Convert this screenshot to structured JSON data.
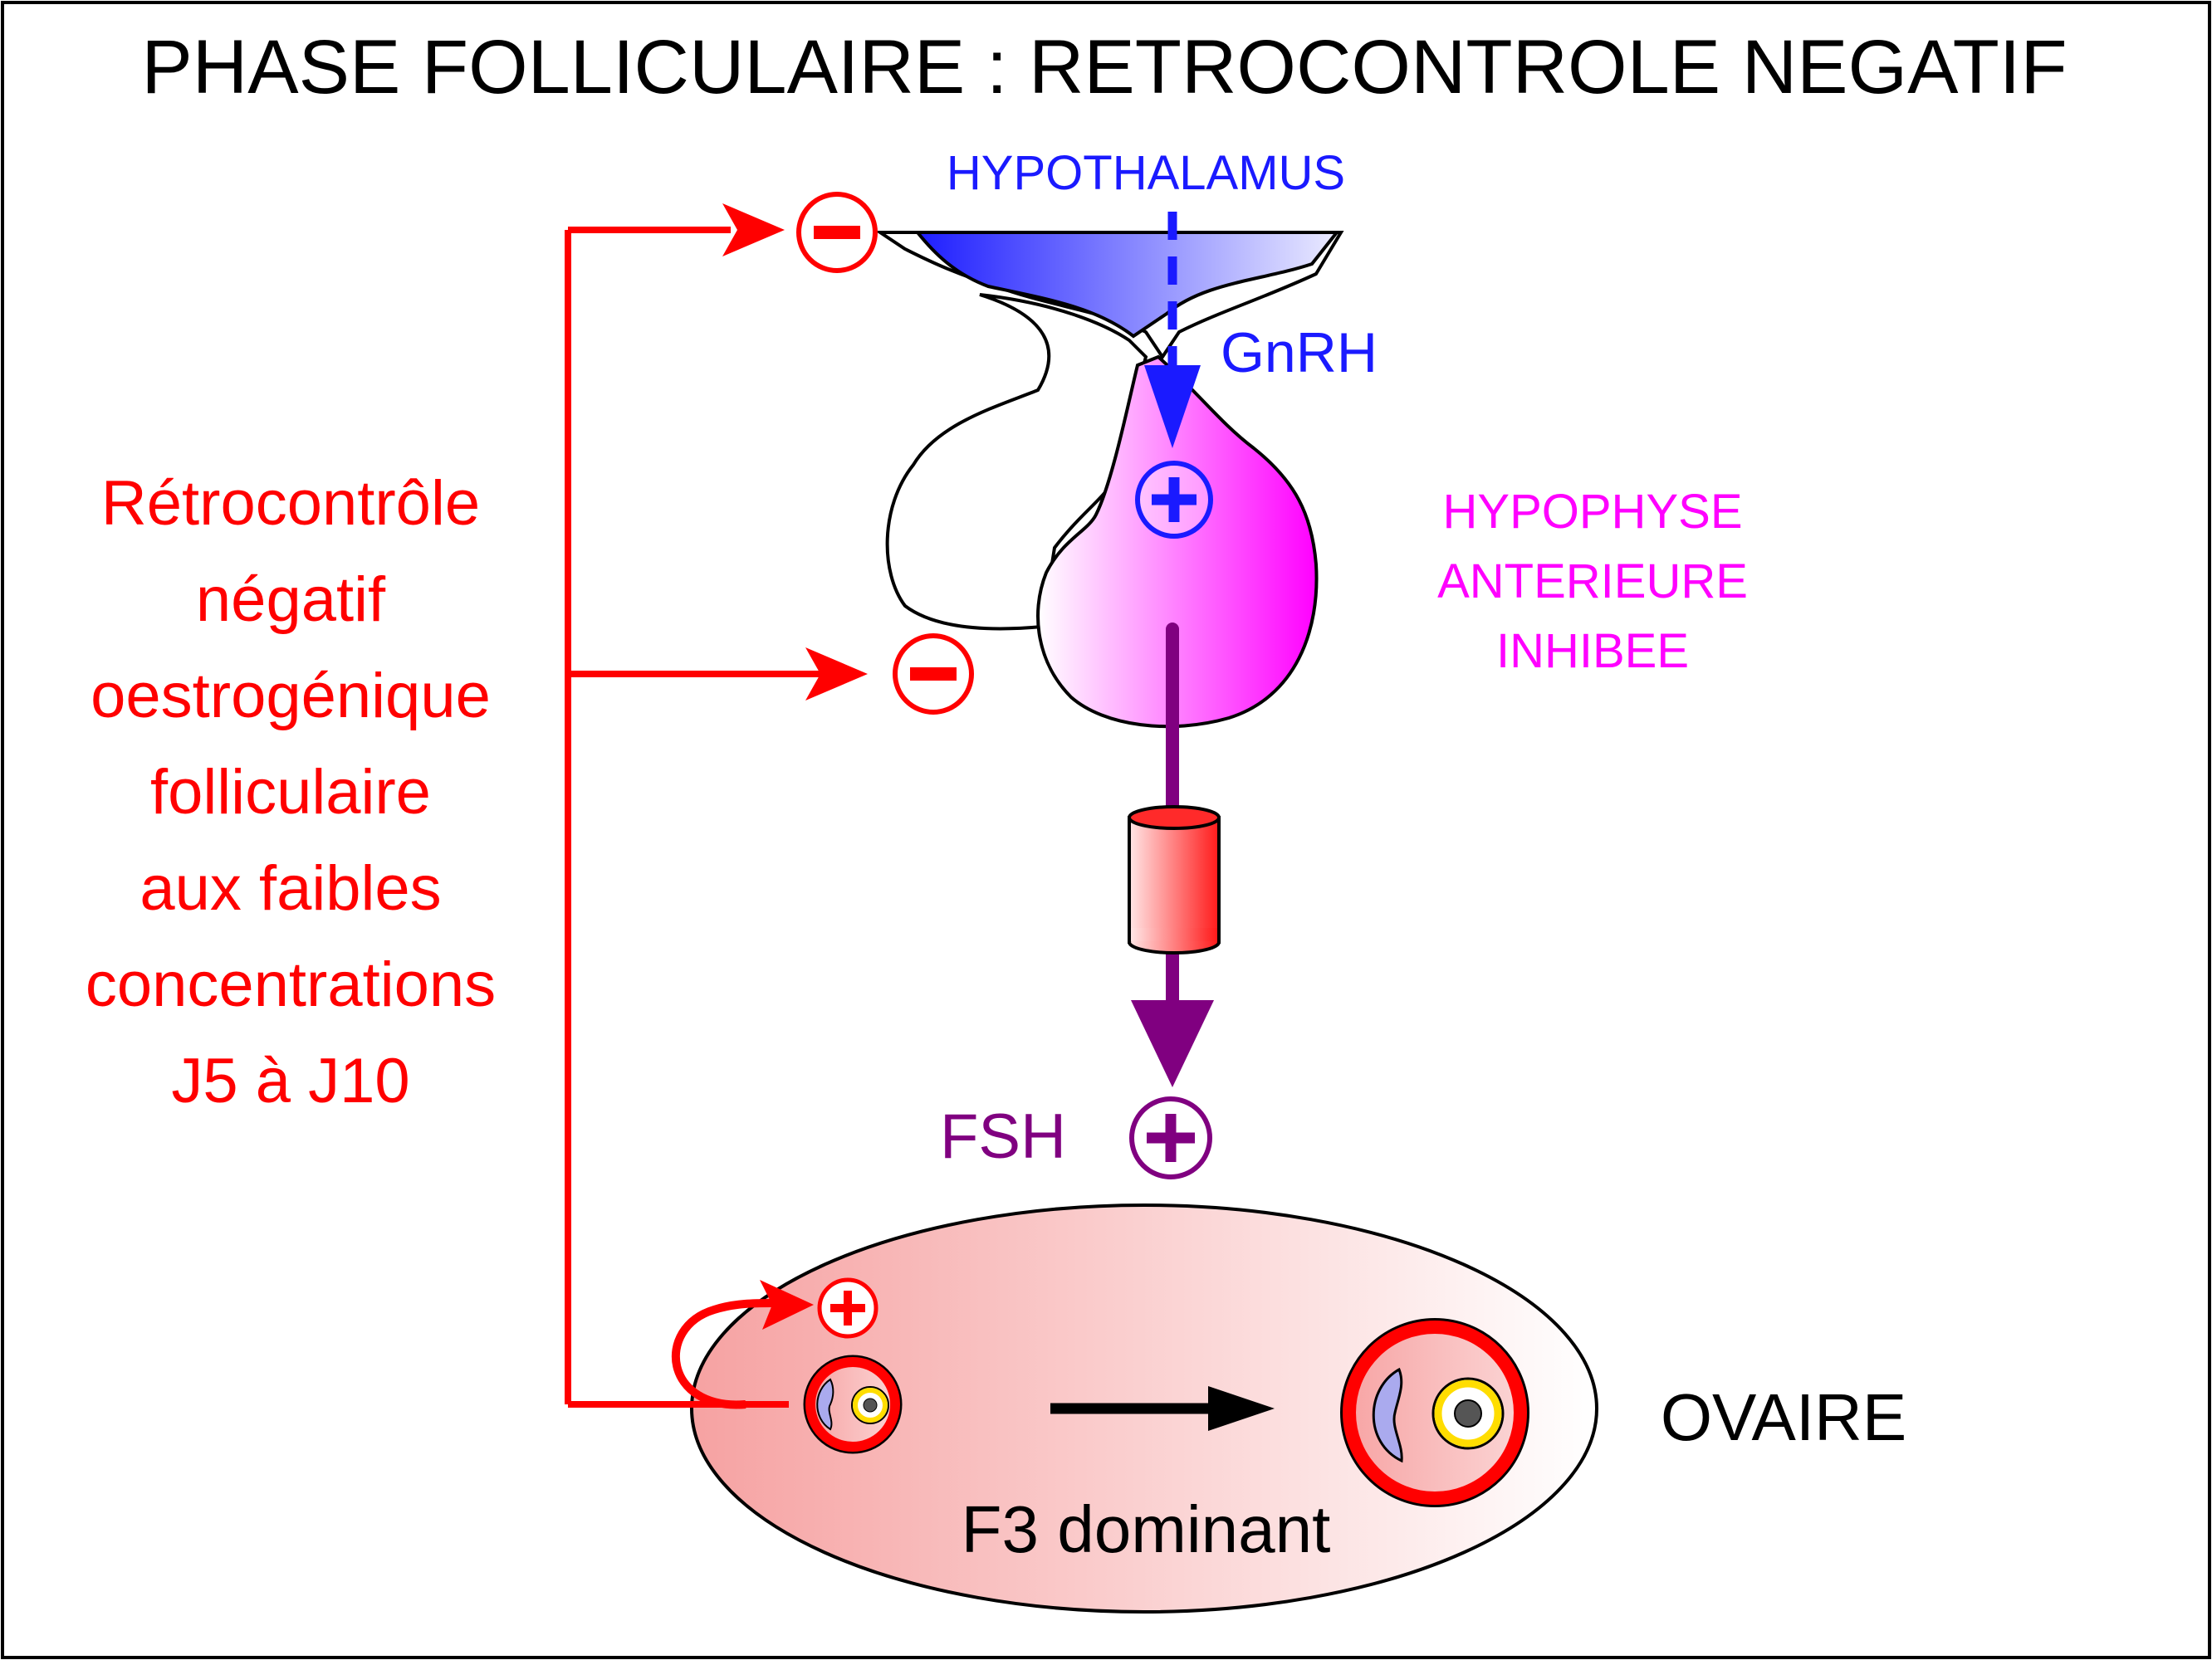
{
  "title": "PHASE FOLLICULAIRE : RETROCONTROLE NEGATIF",
  "labels": {
    "hypothalamus": "HYPOTHALAMUS",
    "gnrh": "GnRH",
    "hypophyse_lines": [
      "HYPOPHYSE",
      "ANTERIEURE",
      "INHIBEE"
    ],
    "fsh": "FSH",
    "ovaire": "OVAIRE",
    "follicle": "F3 dominant"
  },
  "feedback_text_lines": [
    "Rétrocontrôle",
    "négatif",
    "oestrogénique",
    "folliculaire",
    "aux faibles",
    "concentrations",
    "J5 à J10"
  ],
  "colors": {
    "feedback": "#ff0000",
    "hypothalamus": "#1a1aff",
    "hypophyse": "#ff00ff",
    "fsh": "#800080",
    "ovary_fill": "#f8a8a8",
    "black": "#000000"
  }
}
